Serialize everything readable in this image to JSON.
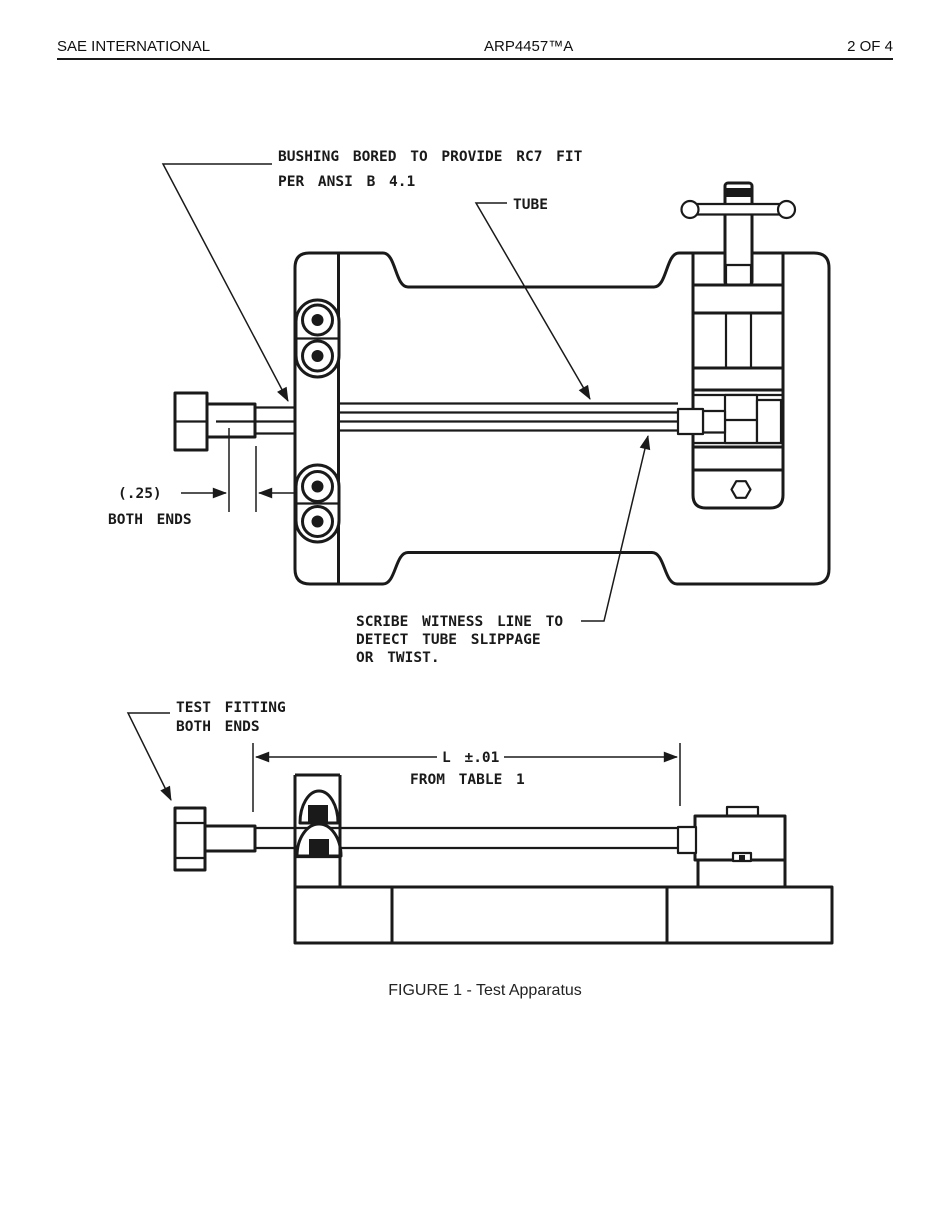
{
  "header": {
    "org": "SAE INTERNATIONAL",
    "doc_number": "ARP4457™A",
    "page": "2 OF 4"
  },
  "figure": {
    "caption": "FIGURE 1 - Test Apparatus",
    "callouts": {
      "bushing": {
        "line1": "BUSHING BORED TO PROVIDE RC7 FIT",
        "line2": "PER ANSI B 4.1"
      },
      "tube": "TUBE",
      "end_gap": {
        "value": "(.25)",
        "note": "BOTH ENDS"
      },
      "scribe": {
        "line1": "SCRIBE WITNESS LINE TO",
        "line2": "DETECT TUBE SLIPPAGE",
        "line3": "OR TWIST."
      },
      "test_fitting": {
        "line1": "TEST FITTING",
        "line2": "BOTH ENDS"
      },
      "length": {
        "value": "L ±.01",
        "note": "FROM TABLE 1"
      }
    }
  },
  "colors": {
    "ink": "#1a1a1a",
    "paper": "#ffffff"
  }
}
